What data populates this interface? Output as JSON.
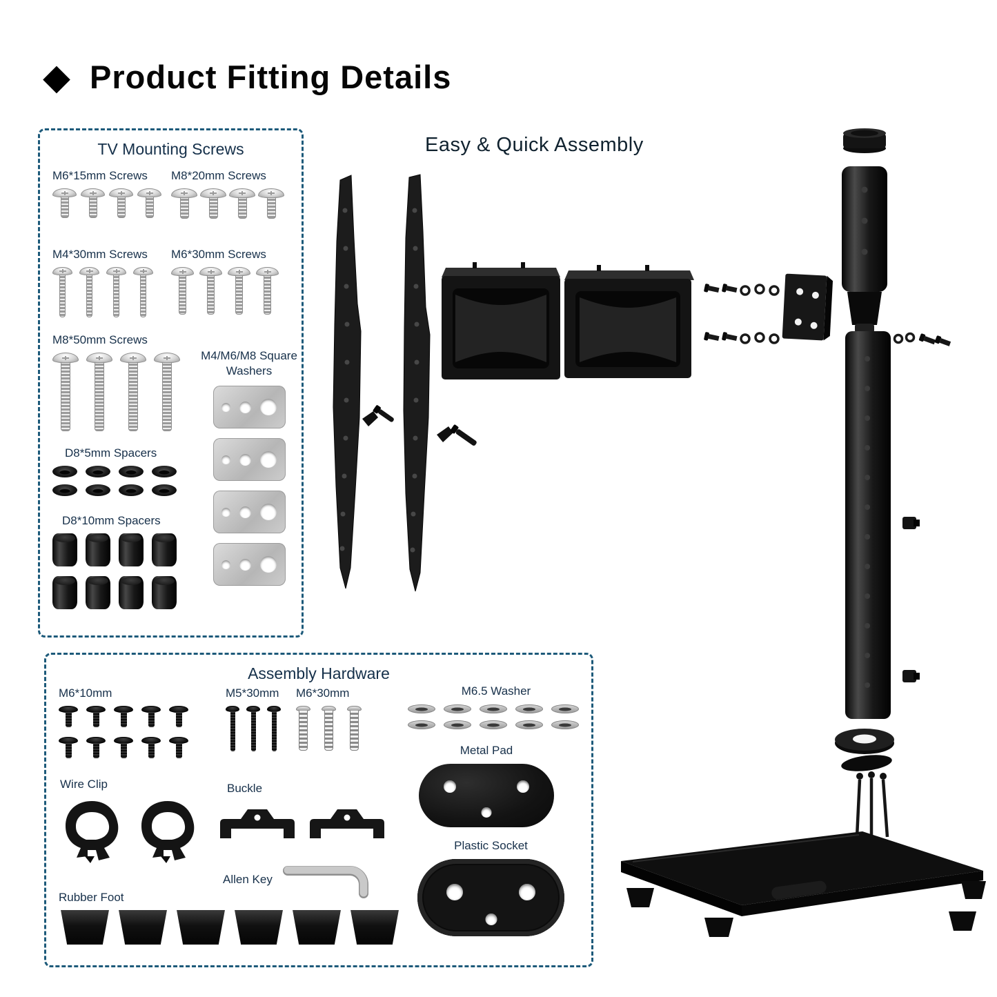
{
  "page": {
    "title": "Product Fitting Details",
    "assembly_heading": "Easy & Quick Assembly"
  },
  "icons": {
    "diamond": "◆"
  },
  "colors": {
    "box_border": "#1d5a7a",
    "heading_text": "#060606",
    "label_text": "#17304a",
    "part_black": "#161616",
    "part_silver": "#c6c6c6"
  },
  "screws_box": {
    "title": "TV Mounting Screws",
    "m6_15": "M6*15mm Screws",
    "m8_20": "M8*20mm Screws",
    "m4_30": "M4*30mm Screws",
    "m6_30": "M6*30mm Screws",
    "m8_50": "M8*50mm Screws",
    "square_washers": "M4/M6/M8 Square Washers",
    "d8_5": "D8*5mm Spacers",
    "d8_10": "D8*10mm Spacers",
    "counts": {
      "m6_15": 4,
      "m8_20": 4,
      "m4_30": 4,
      "m6_30": 4,
      "m8_50": 4,
      "square_washers": 4,
      "d8_5": 8,
      "d8_10": 8
    }
  },
  "hardware_box": {
    "title": "Assembly Hardware",
    "m6_10": "M6*10mm",
    "m5_30": "M5*30mm",
    "m6_30": "M6*30mm",
    "m65_washer": "M6.5 Washer",
    "metal_pad": "Metal Pad",
    "wire_clip": "Wire Clip",
    "buckle": "Buckle",
    "allen_key": "Allen Key",
    "plastic_socket": "Plastic Socket",
    "rubber_foot": "Rubber Foot",
    "counts": {
      "m6_10": 10,
      "m5_30": 3,
      "m6_30": 3,
      "m65_washer": 10,
      "metal_pad": 1,
      "wire_clip": 2,
      "buckle": 2,
      "allen_key": 1,
      "plastic_socket": 1,
      "rubber_foot": 6
    }
  }
}
